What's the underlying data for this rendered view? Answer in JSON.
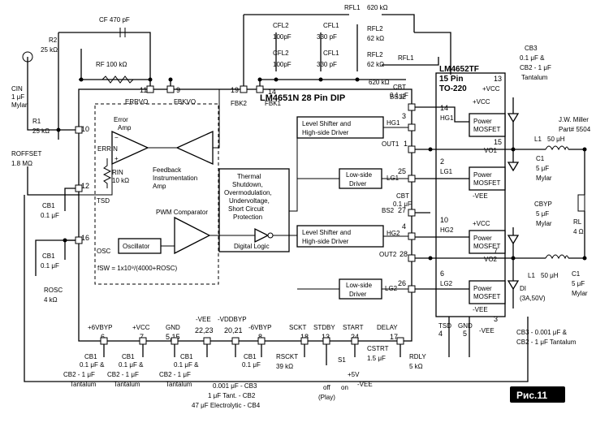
{
  "chips": {
    "driver_title": "LM4651N 28 Pin DIP",
    "power_title_1": "LM4652TF",
    "power_title_2": "15 Pin",
    "power_title_3": "TO-220"
  },
  "blocks": {
    "error_amp": "Error",
    "error_amp_2": "Amp",
    "feedback_1": "Feedback",
    "feedback_2": "Instrumentation",
    "feedback_3": "Amp",
    "pwm": "PWM Comparator",
    "oscillator": "Oscillator",
    "fsw": "fSW = 1x10⁹/(4000+RОSC)",
    "protection_1": "Thermal",
    "protection_2": "Shutdown,",
    "protection_3": "Overmodulation,",
    "protection_4": "Undervoltage,",
    "protection_5": "Short Circuit",
    "protection_6": "Protection",
    "digital_logic": "Digital Logic",
    "ls_hs_1a": "Level Shifter and",
    "ls_hs_1b": "High-side Driver",
    "ls_hs_2a": "Level Shifter and",
    "ls_hs_2b": "High-side Driver",
    "low_side_1a": "Low-side",
    "low_side_1b": "Driver",
    "low_side_2a": "Low-side",
    "low_side_2b": "Driver",
    "mosfet_a": "Power",
    "mosfet_b": "MOSFET",
    "tsd": "TSD"
  },
  "components": {
    "cf": "CF 470 pF",
    "rf": "RF 100 kΩ",
    "r2": "R2",
    "r2_val": "25 kΩ",
    "cin": "CIN",
    "cin_val": "1 μF",
    "cin_type": "Mylar",
    "r1": "R1",
    "r1_val": "25 kΩ",
    "roffset": "ROFFSET",
    "roffset_val": "1.8 MΩ",
    "rin": "RIN",
    "rin_val": "10 kΩ",
    "cb1a": "CB1",
    "cb1a_val": "0.1 μF",
    "cb1b": "CB1",
    "cb1b_val": "0.1 μF",
    "rosc": "ROSC",
    "rosc_val": "4 kΩ",
    "cfl2a": "CFL2",
    "cfl2a_val": "100pF",
    "cfl2b": "CFL2",
    "cfl2b_val": "100pF",
    "cfl1a": "CFL1",
    "cfl1a_val": "330 pF",
    "cfl1b": "CFL1",
    "cfl1b_val": "330 pF",
    "rfl2a": "RFL2",
    "rfl2a_val": "62 kΩ",
    "rfl2b": "RFL2",
    "rfl2b_val": "62 kΩ",
    "rfl1a": "RFL1",
    "rfl1a_val": "620 kΩ",
    "rfl1b": "RFL1",
    "rfl1b_val": "620 kΩ",
    "cbt1": "CBT",
    "cbt1_val": "0.1 μF",
    "cbt2": "CBT",
    "cbt2_val": "0.1 μF",
    "cb3": "CB3",
    "cb3_val1": "0.1 μF &",
    "cb3_val2": "CB2 - 1 μF",
    "cb3_val3": "Tantalum",
    "miller_1": "J.W. Miller",
    "miller_2": "Part# 5504",
    "l1a": "L1",
    "l1a_val": "50 μH",
    "l1b": "L1",
    "l1b_val": "50 μH",
    "c1a": "C1",
    "c1a_val": "5 μF",
    "c1a_type": "Mylar",
    "c1b": "C1",
    "c1b_val": "5 μF",
    "c1b_type": "Mylar",
    "cbyp": "CBYP",
    "cbyp_val": "5 μF",
    "cbyp_type": "Mylar",
    "rl": "RL",
    "rl_val": "4 Ω",
    "di": "DI",
    "di_val": "(3A,50V)",
    "cb3b": "CB3 - 0.001 μF &",
    "cb3b_2": "CB2 - 1 μF Tantalum",
    "bot_cb1_a": "CB1",
    "bot_cb1_a2": "0.1 μF &",
    "bot_cb2_a": "CB2 - 1 μF",
    "bot_cb2_a2": "Tantalum",
    "bot_cb1_b": "CB1",
    "bot_cb1_b2": "0.1 μF &",
    "bot_cb2_b": "CB2 - 1 μF",
    "bot_cb2_b2": "Tantalum",
    "bot_cb1_c": "CB1",
    "bot_cb1_c2": "0.1 μF &",
    "bot_cb2_c": "CB2 - 1 μF",
    "bot_cb2_c2": "Tantalum",
    "bot_cb1_d": "CB1",
    "bot_cb1_d2": "0.1 μF",
    "rsckt": "RSCKT",
    "rsckt_val": "39 kΩ",
    "cstrt": "CSTRT",
    "cstrt_val": "1.5 μF",
    "rdly": "RDLY",
    "rdly_val": "5 kΩ",
    "s1": "S1",
    "plus5v": "+5V",
    "vee_start": "-VEE",
    "off": "off",
    "on": "on",
    "play": "(Play)",
    "cap_note_1": "0.001 μF - CB3",
    "cap_note_2": "1 μF Tant. - CB2",
    "cap_note_3": "47 μF Electrolytic - CB4"
  },
  "pins": {
    "p11": "11",
    "p9": "9",
    "p19": "19",
    "p14": "14",
    "p10": "10",
    "p12": "12",
    "p16": "16",
    "errvo": "ERRVO",
    "fbkvo": "FBKVO",
    "fbk2": "FBK2",
    "fbk1": "FBK1",
    "errin": "ERRIN",
    "tsd": "TSD",
    "osc": "OSC",
    "bs1": "BS1",
    "bs1n": "2",
    "hg1": "HG1",
    "hg1n": "3",
    "out1": "OUT1",
    "out1n": "1",
    "lg1": "LG1",
    "lg1n": "25",
    "bs2": "BS2",
    "bs2n": "27",
    "hg2": "HG2",
    "hg2n": "4",
    "out2": "OUT2",
    "out2n": "28",
    "lg2": "LG2",
    "lg2n": "26",
    "pw_14": "14",
    "pw_hg1": "HG1",
    "pw_2": "2",
    "pw_lg1": "LG1",
    "pw_10": "10",
    "pw_hg2": "HG2",
    "pw_6": "6",
    "pw_lg2": "LG2",
    "pw_13": "13",
    "pw_15": "15",
    "pw_7": "7",
    "pw_3": "3",
    "pw_4": "4",
    "pw_5": "5",
    "pw_vo1": "VO1",
    "pw_vo2": "VO2",
    "pw_tsd": "TSD",
    "pw_gnd": "GND",
    "vcc": "+VCC",
    "vee": "-VEE",
    "b_6": "6",
    "b_6l": "+6VBYP",
    "b_7": "7",
    "b_7l": "+VCC",
    "b_515": "5,15",
    "b_gnd": "GND",
    "b_2223": "22,23",
    "b_vee": "-VEE",
    "b_2021": "20,21",
    "b_vdd": "-VDDBYP",
    "b_8": "8",
    "b_6n": "-6VBYP",
    "b_18": "18",
    "b_sckt": "SCKT",
    "b_13": "13",
    "b_stby": "STDBY",
    "b_24": "24",
    "b_start": "START",
    "b_17": "17",
    "b_delay": "DELAY"
  },
  "figure_tag": "Рис.11"
}
